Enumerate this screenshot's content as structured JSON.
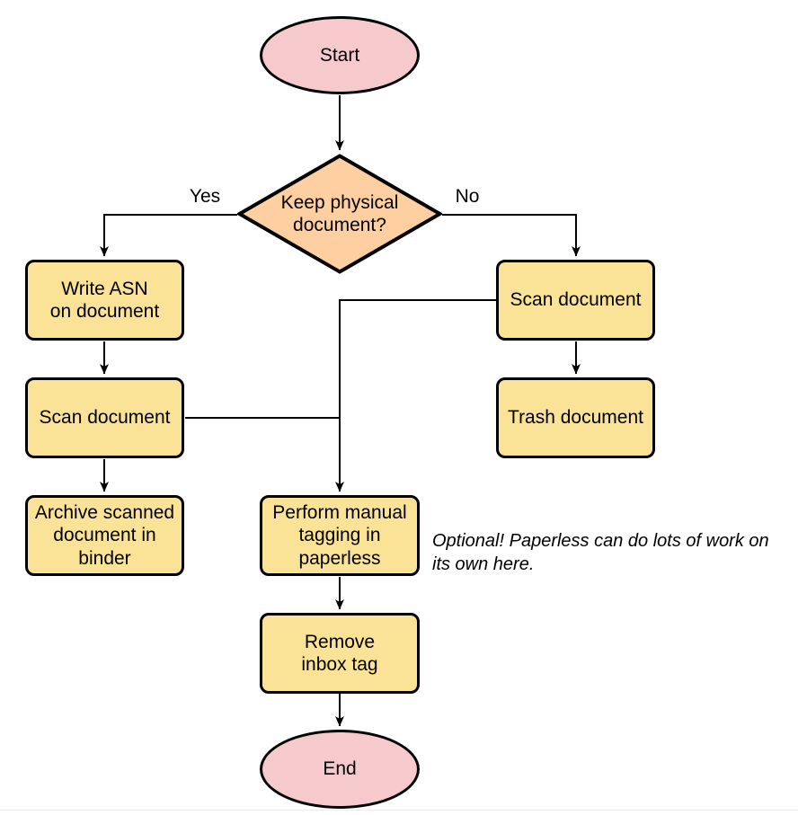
{
  "colors": {
    "background": "#ffffff",
    "stroke": "#000000",
    "terminator_fill": "#f6cacd",
    "decision_fill": "#fecfa1",
    "process_fill": "#fae297",
    "label": "#000000",
    "footer_line": "#ededed"
  },
  "flowchart": {
    "nodes": {
      "start": {
        "label": "Start",
        "shape": "terminator"
      },
      "decision": {
        "label": "Keep physical\ndocument?",
        "shape": "decision"
      },
      "write_asn": {
        "label": "Write ASN\non document",
        "shape": "process"
      },
      "scan_left": {
        "label": "Scan document",
        "shape": "process"
      },
      "archive": {
        "label": "Archive scanned\ndocument in\nbinder",
        "shape": "process"
      },
      "scan_right": {
        "label": "Scan document",
        "shape": "process"
      },
      "trash": {
        "label": "Trash document",
        "shape": "process"
      },
      "tagging": {
        "label": "Perform manual\ntagging in\npaperless",
        "shape": "process"
      },
      "remove_inbox": {
        "label": "Remove\ninbox tag",
        "shape": "process"
      },
      "end": {
        "label": "End",
        "shape": "terminator"
      }
    },
    "edge_labels": {
      "yes": "Yes",
      "no": "No"
    },
    "edges": [
      {
        "from": "start",
        "to": "decision",
        "label": ""
      },
      {
        "from": "decision",
        "to": "write_asn",
        "label": "Yes"
      },
      {
        "from": "write_asn",
        "to": "scan_left",
        "label": ""
      },
      {
        "from": "scan_left",
        "to": "archive",
        "label": ""
      },
      {
        "from": "decision",
        "to": "scan_right",
        "label": "No"
      },
      {
        "from": "scan_right",
        "to": "trash",
        "label": ""
      },
      {
        "from": "scan_right",
        "to": "tagging",
        "label": ""
      },
      {
        "from": "scan_left",
        "to": "tagging",
        "label": ""
      },
      {
        "from": "tagging",
        "to": "remove_inbox",
        "label": ""
      },
      {
        "from": "remove_inbox",
        "to": "end",
        "label": ""
      }
    ],
    "annotation": "Optional! Paperless can do lots of work on\nits own here."
  }
}
